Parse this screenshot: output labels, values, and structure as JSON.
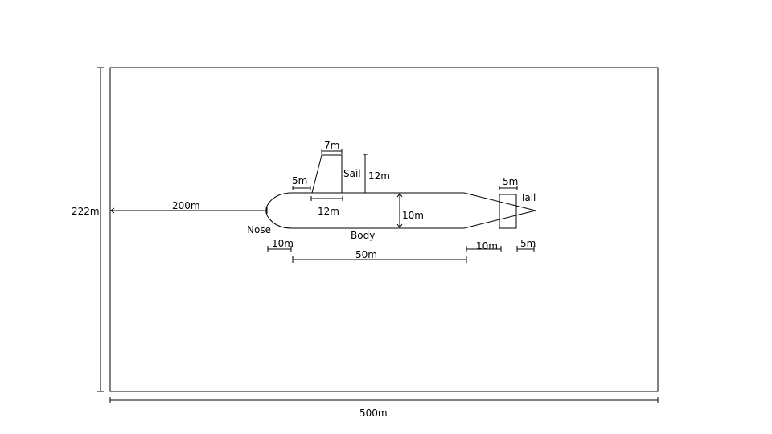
{
  "labels": {
    "height_222": "222m",
    "width_500": "500m",
    "dist_200": "200m",
    "nose": "Nose",
    "body": "Body",
    "sail": "Sail",
    "tail": "Tail",
    "sail_top_7": "7m",
    "sail_offset_5": "5m",
    "sail_height_12": "12m",
    "sail_base_12": "12m",
    "body_height_10": "10m",
    "nose_len_10": "10m",
    "body_len_50": "50m",
    "tail_len_10": "10m",
    "fin_5_bottom": "5m",
    "fin_5_top": "5m"
  }
}
